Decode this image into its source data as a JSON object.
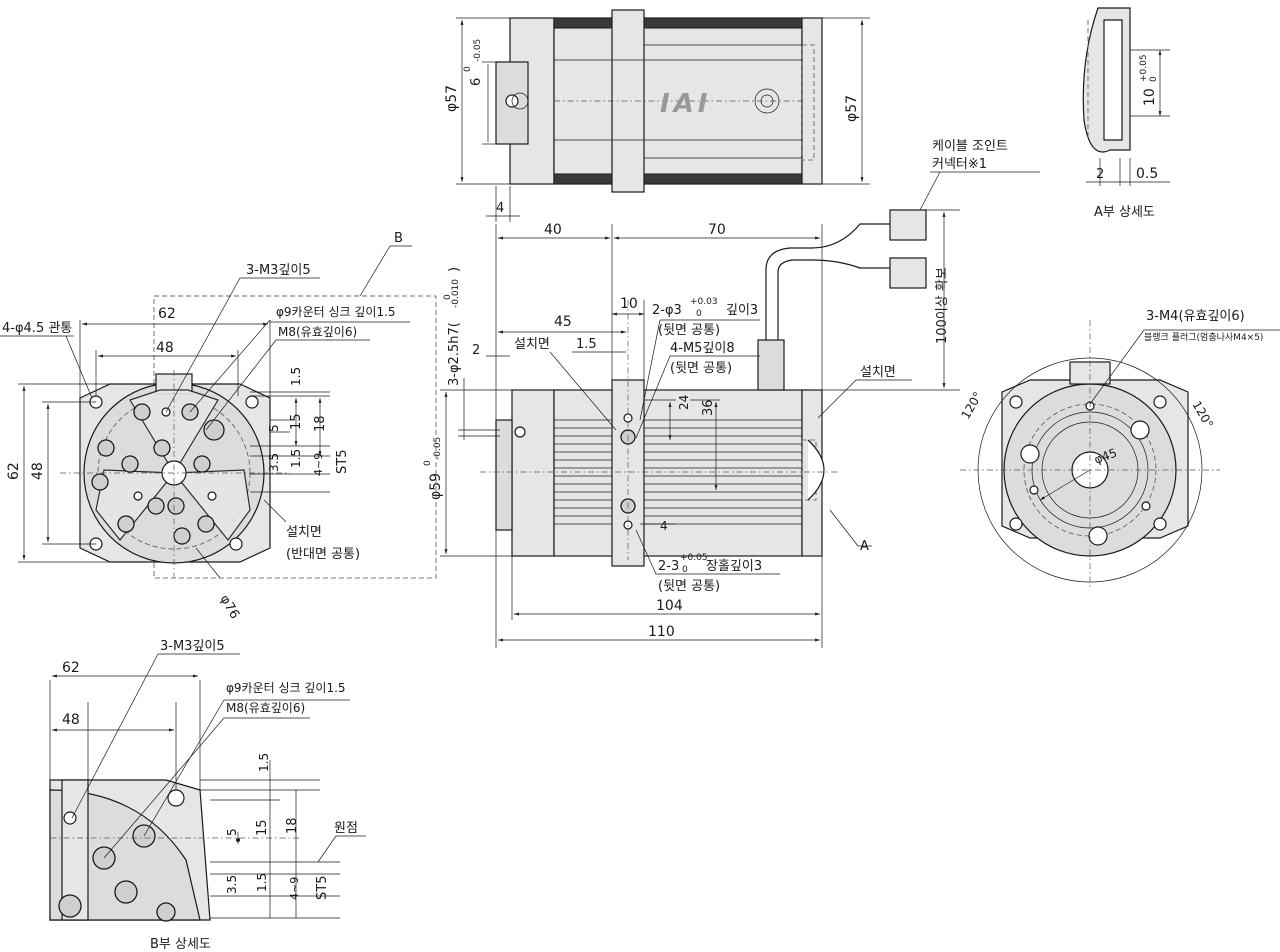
{
  "labels": {
    "top_phi57_left": "φ57",
    "top_phi57_right": "φ57",
    "top_6_tol": "6",
    "top_6_tol_up": "0",
    "top_6_tol_low": "-0.05",
    "top_4": "4",
    "logo": "IAI",
    "cable_joint_line1": "케이블 조인트",
    "cable_joint_line2": "커넥터※1",
    "detail_a_10": "10",
    "detail_a_10_up": "+0.05",
    "detail_a_10_low": "0",
    "detail_a_2": "2",
    "detail_a_05": "0.5",
    "detail_a_title": "A부 상세도",
    "dim_40": "40",
    "dim_70": "70",
    "dim_45": "45",
    "dim_10": "10",
    "dim_2": "2",
    "dim_1_5": "1.5",
    "dim_24": "24",
    "dim_36": "36",
    "dim_4": "4",
    "dim_104": "104",
    "dim_110": "110",
    "dim_100_bend": "100이상 확보",
    "dim_phi59": "φ59",
    "dim_phi59_up": "0",
    "dim_phi59_low": "-0.05",
    "dim_3_phi25": "3-φ2.5h7(",
    "dim_3_phi25_up": "0",
    "dim_3_phi25_low": "-0.010",
    "dim_3_phi25_close": ")",
    "install_face_left": "설치면",
    "install_face_right": "설치면",
    "pin_hole": "2-φ3",
    "pin_hole_up": "+0.03",
    "pin_hole_low": "0",
    "pin_hole_depth": "깊이3",
    "back_common_1": "(뒷면 공통)",
    "m5_hole": "4-M5깊이8",
    "back_common_2": "(뒷면 공통)",
    "slot": "2-3",
    "slot_up": "+0.05",
    "slot_low": "0",
    "slot_depth": "장홀깊이3",
    "back_common_3": "(뒷면 공통)",
    "label_a": "A",
    "label_b": "B",
    "left_m3": "3-M3깊이5",
    "left_phi45": "4-φ4.5 관통",
    "left_62": "62",
    "left_48": "48",
    "left_counter": "φ9카운터 싱크 깊이1.5",
    "left_m8": "M8(유효깊이6)",
    "left_v62": "62",
    "left_v48": "48",
    "left_1_5a": "1.5",
    "left_5": "5",
    "left_15": "15",
    "left_18": "18",
    "left_3_5": "3.5",
    "left_1_5b": "1.5",
    "left_4_9": "4~9",
    "left_st5": "ST5",
    "left_install": "설치면",
    "left_opposite": "(반대면 공통)",
    "left_phi76": "φ76",
    "right_m4": "3-M4(유효깊이6)",
    "right_blank_plug": "블랭크 플러그(멈춤나사M4×5)",
    "right_120a": "120°",
    "right_120b": "120°",
    "right_phi45": "φ45",
    "b_m3": "3-M3깊이5",
    "b_62": "62",
    "b_48": "48",
    "b_counter": "φ9카운터 싱크 깊이1.5",
    "b_m8": "M8(유효깊이6)",
    "b_1_5a": "1.5",
    "b_5": "5",
    "b_15": "15",
    "b_18": "18",
    "b_origin": "원점",
    "b_3_5": "3.5",
    "b_1_5b": "1.5",
    "b_4_9": "4~9",
    "b_st5": "ST5",
    "b_title": "B부 상세도"
  }
}
